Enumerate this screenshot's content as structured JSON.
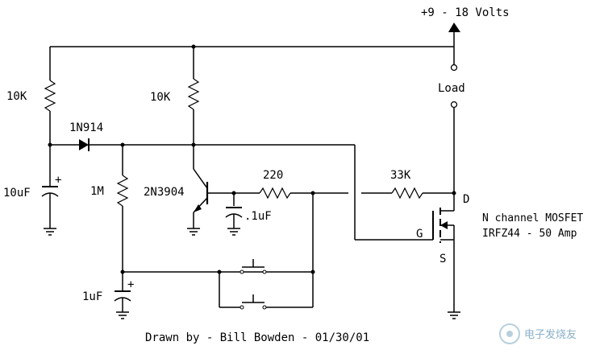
{
  "supply_label": "+9 - 18  Volts",
  "load_label": "Load",
  "r_top_left": "10K",
  "r_top_mid": "10K",
  "diode_label": "1N914",
  "cap_10uf": "10uF",
  "cap_10uf_pol": "+",
  "r_1m": "1M",
  "transistor_label": "2N3904",
  "r_220": "220",
  "cap_01uf": ".1uF",
  "r_33k": "33K",
  "drain_label": "D",
  "gate_label": "G",
  "source_label": "S",
  "mosfet_desc_1": "N channel MOSFET",
  "mosfet_desc_2": "IRFZ44 - 50 Amp",
  "cap_1uf": "1uF",
  "cap_1uf_pol": "+",
  "credit": "Drawn by - Bill Bowden - 01/30/01",
  "watermark": "电子发烧友"
}
